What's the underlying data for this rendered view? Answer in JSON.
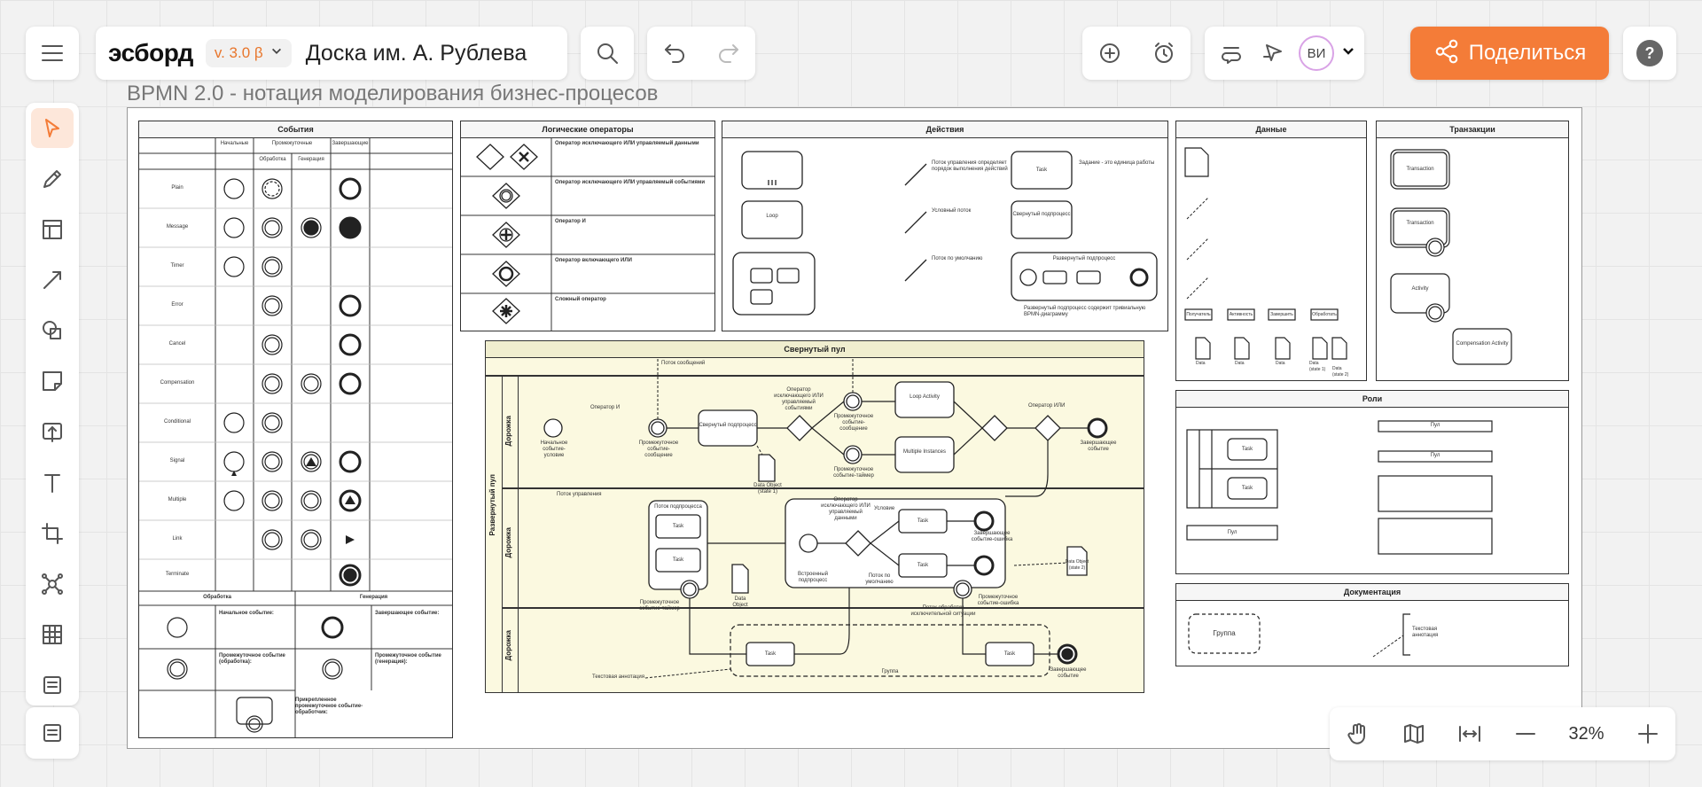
{
  "header": {
    "logo": "эсборд",
    "version": "v. 3.0 β",
    "board_name": "Доска им. А. Рублева",
    "user_initials": "ВИ",
    "share_label": "Поделиться",
    "help_label": "?"
  },
  "zoom": {
    "level": "32%"
  },
  "board": {
    "title": "BPMN 2.0 - нотация моделирования бизнес-процесов"
  },
  "frames": {
    "events": {
      "title": "События",
      "col_headers": [
        "Начальные",
        "Промежуточные",
        "Завершающие"
      ],
      "sub_headers": [
        "Обработка",
        "Генерация"
      ],
      "rows": [
        "Plain",
        "Message",
        "Timer",
        "Error",
        "Cancel",
        "Compensation",
        "Conditional",
        "Signal",
        "Multiple",
        "Link",
        "Terminate"
      ],
      "bottom_headers": [
        "Обработка",
        "Генерация"
      ],
      "bottom_notes": [
        "Начальное событие:",
        "Завершающее событие:",
        "Промежуточное событие (обработка):",
        "Промежуточное событие (генерация):",
        "Прикрепленное промежуточное событие-обработчик:"
      ]
    },
    "gateways": {
      "title": "Логические операторы",
      "items": [
        "Оператор исключающего ИЛИ управляемый данными",
        "Оператор исключающего ИЛИ управляемый событиями",
        "Оператор И",
        "Оператор включающего ИЛИ",
        "Сложный оператор"
      ]
    },
    "actions": {
      "title": "Действия",
      "items": [
        "Task",
        "Loop",
        "Свернутый подпроцесс",
        "Развернутый подпроцесс"
      ],
      "notes": [
        "Задание - это единица работы",
        "Поток управления определяет порядок выполнения действий",
        "Условный поток",
        "Поток по умолчанию",
        "Развернутый подпроцесс содержит тривиальную BPMN-диаграмму"
      ]
    },
    "data": {
      "title": "Данные",
      "labels": [
        "Получатель",
        "Активность",
        "Завершить",
        "Обработать"
      ],
      "objects": [
        "Data",
        "Data",
        "Data",
        "Data (state 1)",
        "Data (state 2)"
      ]
    },
    "transactions": {
      "title": "Транзакции",
      "items": [
        "Transaction",
        "Transaction",
        "Activity",
        "Compensation Activity"
      ]
    },
    "roles": {
      "title": "Роли",
      "pool": "Пул",
      "lane": "Дорожка",
      "task": "Task"
    },
    "documentation": {
      "title": "Документация",
      "group": "Группа",
      "annotation": "Текстовая аннотация"
    },
    "expanded_pool": {
      "title": "Свернутый пул",
      "pool_label": "Развернутый пул",
      "lanes": [
        "Дорожка",
        "Дорожка",
        "Дорожка"
      ],
      "labels": {
        "message_flow": "Поток сообщений",
        "and_op": "Оператор И",
        "start_cond": "Начальное событие-условие",
        "intermediate_msg": "Промежуточное событие-сообщение",
        "subprocess": "Свернутый подпроцесс",
        "xor_event": "Оператор исключающего ИЛИ управляемый событиями",
        "intermediate_msg2": "Промежуточное событие-сообщение",
        "loop_activity": "Loop Activity",
        "timer_event": "Промежуточное событие-таймер",
        "multi_instance": "Multiple Instances",
        "data_object": "Data Object (state 1)",
        "or_op": "Оператор ИЛИ",
        "end_event": "Завершающее событие",
        "control_flow": "Поток управления",
        "collapsed_sub": "Поток подпроцесса",
        "task": "Task",
        "data_obj2": "Data Object",
        "timer2": "Промежуточное событие-таймер",
        "xor_data": "Оператор исключающего ИЛИ управляемый данными",
        "condition": "Условие",
        "default_flow": "Поток по умолчанию",
        "embedded_sub": "Встроенный подпроцесс",
        "end_error": "Завершающее событие-ошибка",
        "error_event": "Промежуточное событие-ошибка",
        "data_state2": "Data Object (state 2)",
        "exception_flow": "Поток обработки исключительной ситуации",
        "text_annotation": "Текстовая аннотация",
        "group": "Группа",
        "end_event2": "Завершающее событие"
      }
    }
  }
}
